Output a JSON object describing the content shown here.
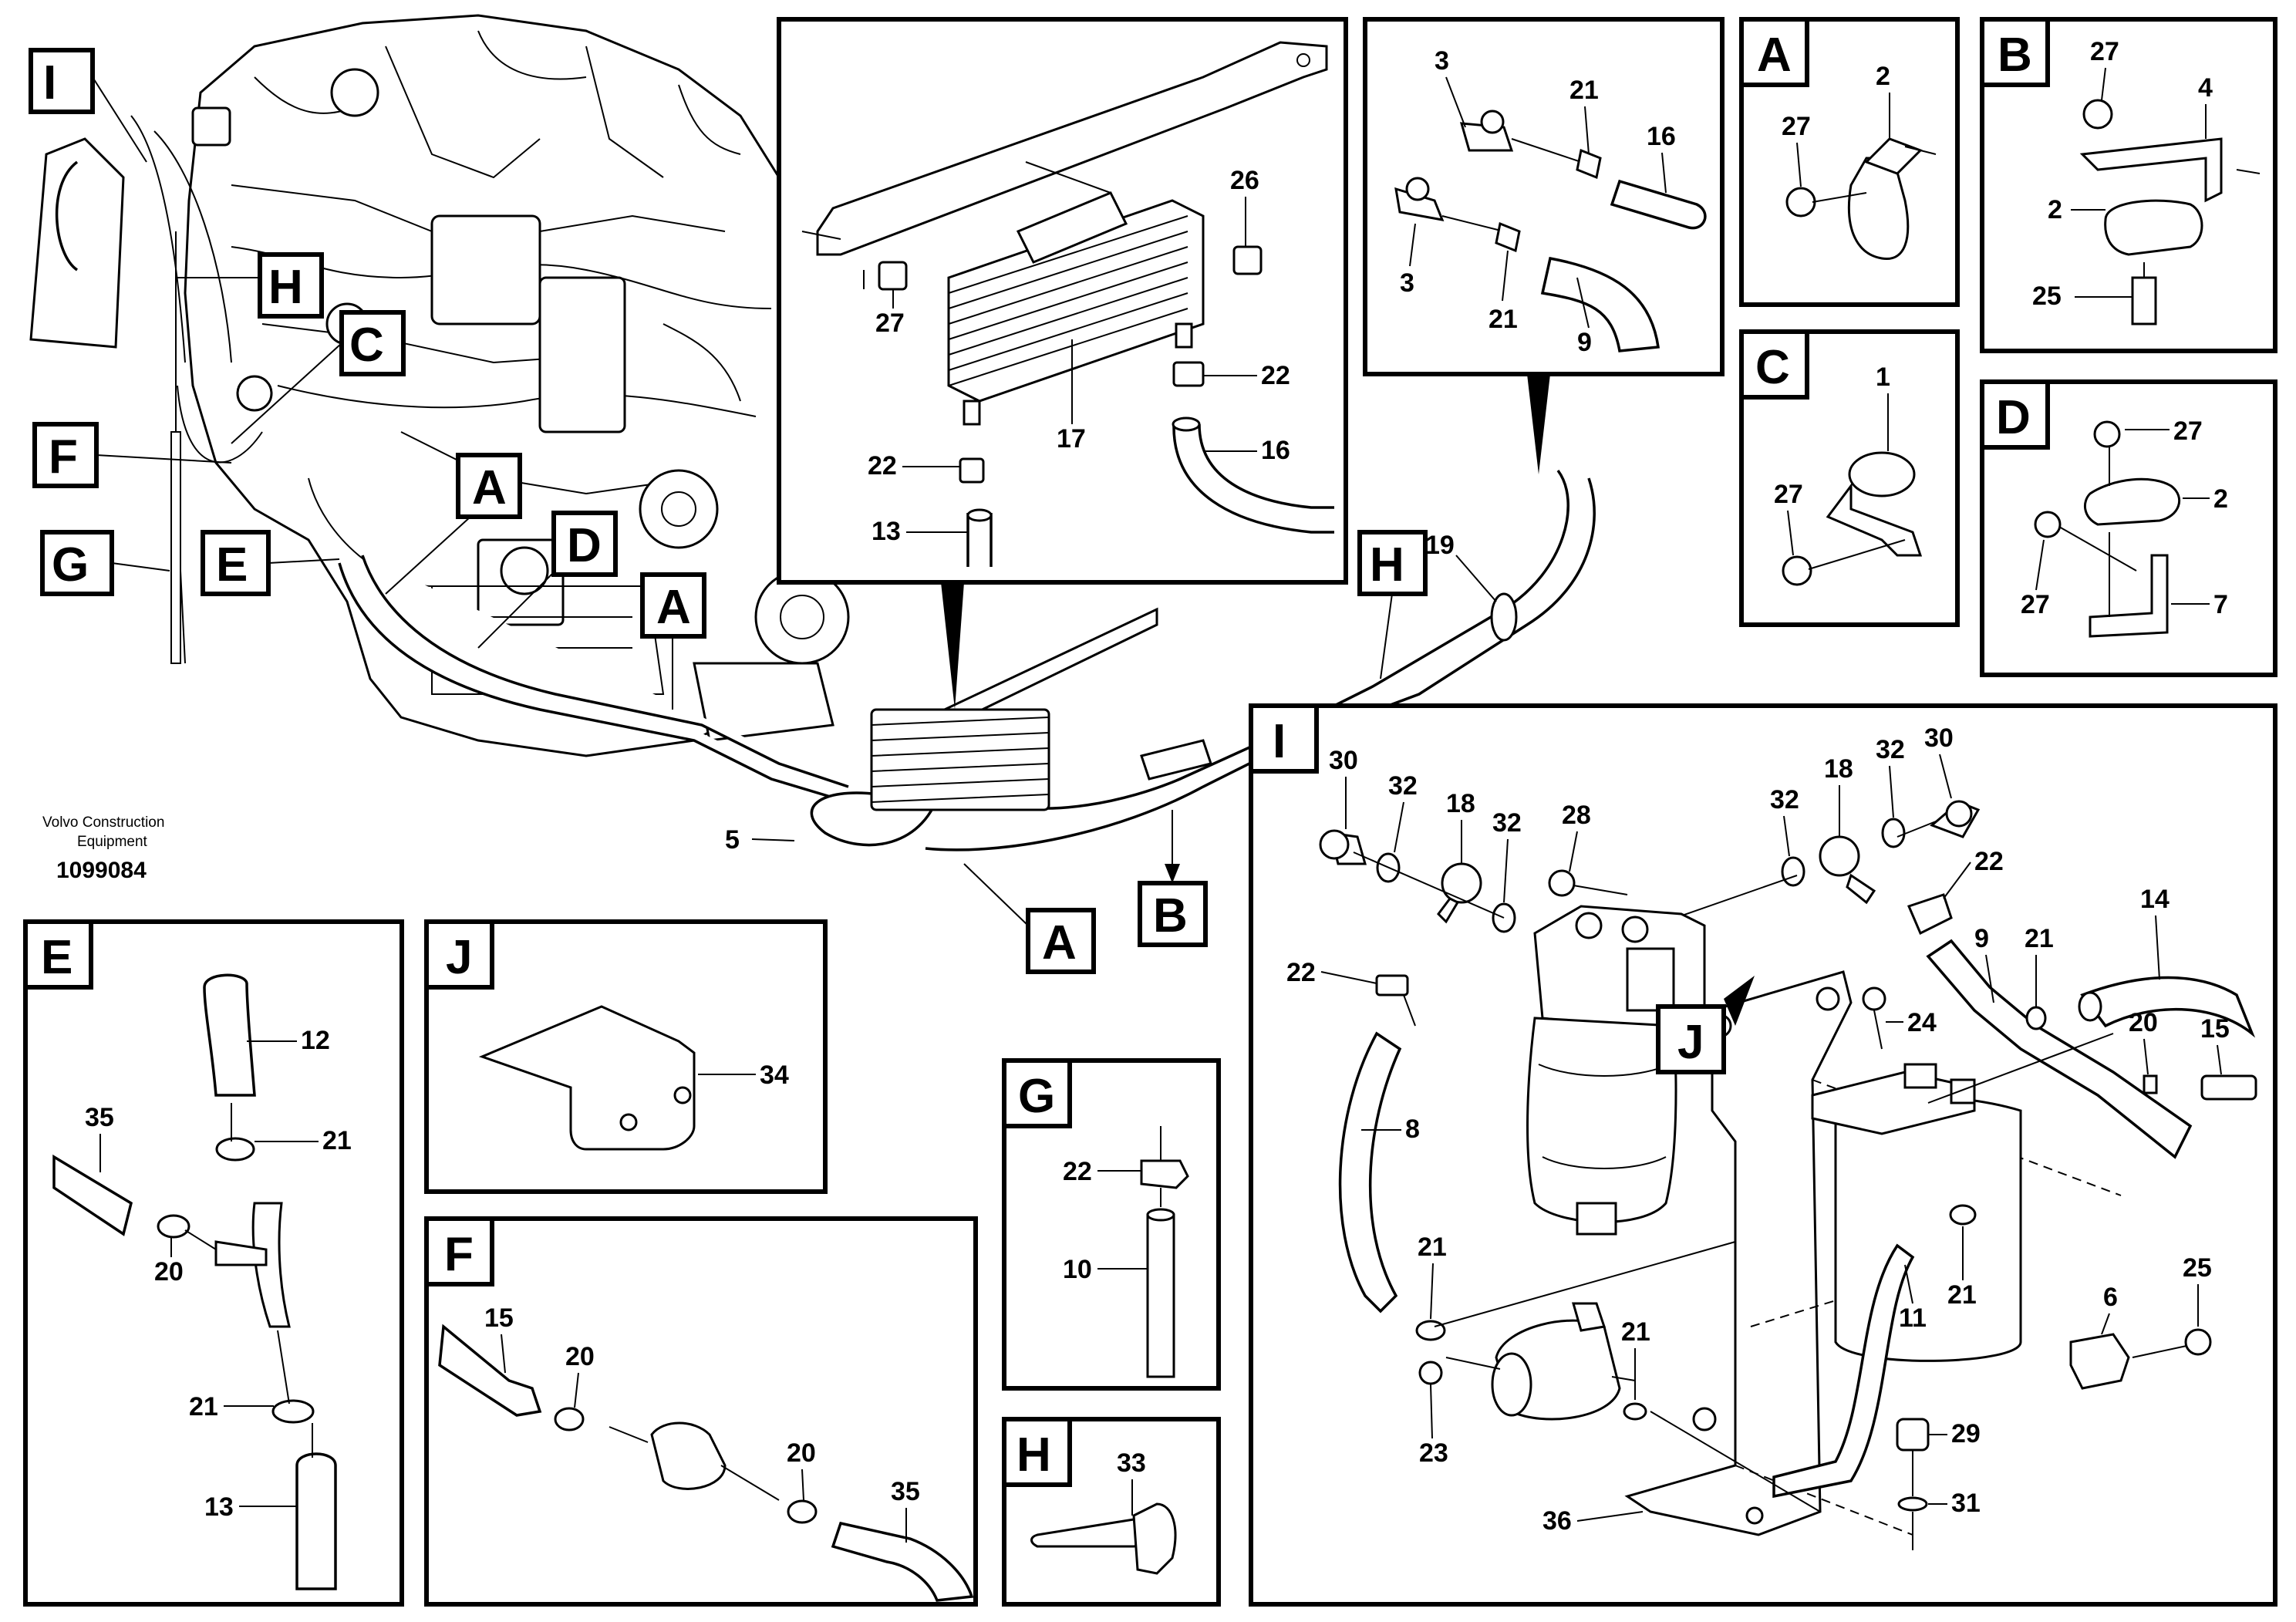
{
  "watermark": {
    "line1": "Volvo Construction",
    "line2": "Equipment",
    "ref": "1099084"
  },
  "main_view_tags": [
    "I",
    "H",
    "C",
    "F",
    "G",
    "E",
    "A",
    "D",
    "A",
    "H",
    "B",
    "A"
  ],
  "main_view_numbers": [
    "19",
    "5"
  ],
  "cooler_detail": {
    "numbers": [
      "26",
      "27",
      "22",
      "17",
      "16",
      "22",
      "13"
    ]
  },
  "hose_detail": {
    "numbers": [
      "3",
      "21",
      "16",
      "3",
      "21",
      "9"
    ]
  },
  "detail_A": {
    "tag": "A",
    "numbers": [
      "2",
      "27"
    ]
  },
  "detail_B": {
    "tag": "B",
    "numbers": [
      "27",
      "4",
      "2",
      "25"
    ]
  },
  "detail_C": {
    "tag": "C",
    "numbers": [
      "1",
      "27"
    ]
  },
  "detail_D": {
    "tag": "D",
    "numbers": [
      "27",
      "2",
      "27",
      "7"
    ]
  },
  "detail_E": {
    "tag": "E",
    "numbers": [
      "12",
      "35",
      "21",
      "20",
      "21",
      "13"
    ]
  },
  "detail_J": {
    "tag": "J",
    "numbers": [
      "34"
    ]
  },
  "detail_F": {
    "tag": "F",
    "numbers": [
      "15",
      "20",
      "20",
      "35"
    ]
  },
  "detail_G": {
    "tag": "G",
    "numbers": [
      "22",
      "10"
    ]
  },
  "detail_H": {
    "tag": "H",
    "numbers": [
      "33"
    ]
  },
  "detail_I": {
    "tag": "I",
    "inner_tag": "J",
    "numbers": [
      "30",
      "32",
      "18",
      "32",
      "28",
      "32",
      "18",
      "32",
      "30",
      "22",
      "22",
      "14",
      "9",
      "21",
      "24",
      "20",
      "15",
      "8",
      "21",
      "21",
      "11",
      "6",
      "25",
      "21",
      "23",
      "29",
      "31",
      "36"
    ]
  }
}
